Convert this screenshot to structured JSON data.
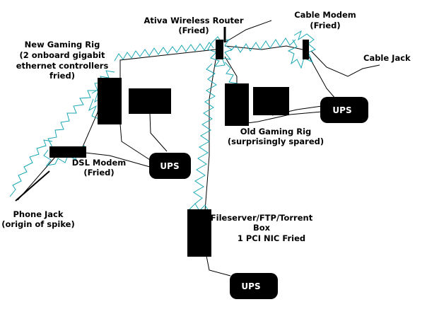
{
  "labels": {
    "router": [
      "Ativa Wireless Router",
      "(Fried)"
    ],
    "cable_modem": [
      "Cable Modem",
      "(Fried)"
    ],
    "cable_jack": "Cable Jack",
    "new_rig": [
      "New Gaming Rig",
      "(2 onboard gigabit",
      "ethernet controllers",
      "fried)"
    ],
    "old_rig": [
      "Old Gaming Rig",
      "(surprisingly spared)"
    ],
    "dsl_modem": [
      "DSL Modem",
      "(Fried)"
    ],
    "phone_jack": [
      "Phone Jack",
      "(origin of spike)"
    ],
    "fileserver": [
      "Fileserver/FTP/Torrent",
      "Box",
      "1 PCI NIC Fried"
    ],
    "ups": "UPS"
  },
  "colors": {
    "device": "#000000",
    "wire": "#000000",
    "spike": "#1aa7b3",
    "background": "#ffffff"
  }
}
